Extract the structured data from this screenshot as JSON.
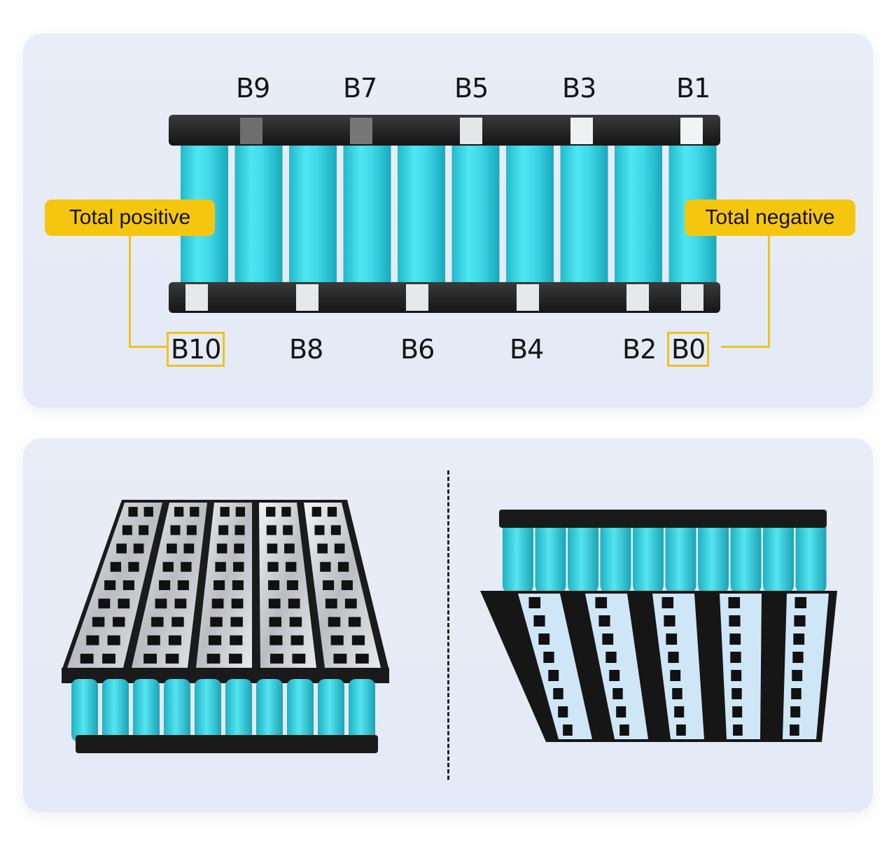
{
  "top_diagram": {
    "top_labels": [
      "B9",
      "B7",
      "B5",
      "B3",
      "B1"
    ],
    "bottom_labels": [
      "B10",
      "B8",
      "B6",
      "B4",
      "B2",
      "B0"
    ],
    "callout_positive": "Total positive",
    "callout_negative": "Total negative",
    "cell_count": 10
  },
  "colors": {
    "cell": "#33d6e6",
    "holder": "#222222",
    "nickel": "#e6e8ec",
    "callout": "#f5c610"
  }
}
